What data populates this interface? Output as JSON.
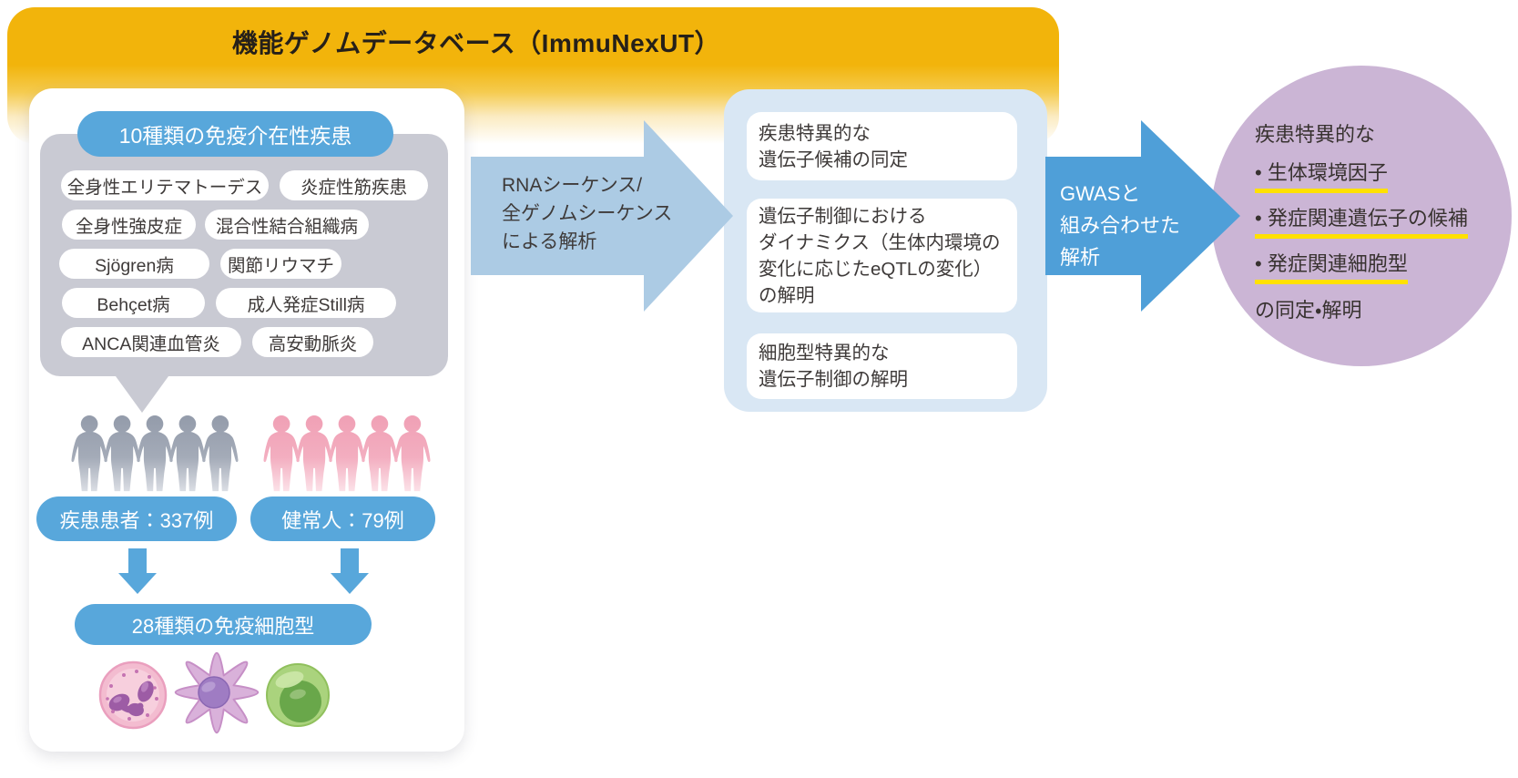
{
  "title": "機能ゲノムデータベース（ImmuNexUT）",
  "left_panel": {
    "diseases_header": "10種類の免疫介在性疾患",
    "diseases": [
      "全身性エリテマトーデス",
      "炎症性筋疾患",
      "全身性強皮症",
      "混合性結合組織病",
      "Sjögren病",
      "関節リウマチ",
      "Behçet病",
      "成人発症Still病",
      "ANCA関連血管炎",
      "高安動脈炎"
    ],
    "patients_pill": "疾患患者：337例",
    "healthy_pill": "健常人：79例",
    "cell_types_pill": "28種類の免疫細胞型",
    "icons": {
      "patients_group": "gray-people-icon",
      "healthy_group": "pink-people-icon",
      "cells": [
        "granulocyte-cell-icon",
        "dendritic-cell-icon",
        "lymphocyte-cell-icon"
      ]
    }
  },
  "sequencing_arrow": {
    "lines": [
      "RNAシーケンス/",
      "全ゲノムシーケンス",
      "による解析"
    ]
  },
  "analysis_panel": {
    "boxes": [
      {
        "lines": [
          "疾患特異的な",
          "遺伝子候補の同定"
        ]
      },
      {
        "lines": [
          "遺伝子制御における",
          "ダイナミクス（生体内環境の",
          "変化に応じたeQTLの変化）",
          "の解明"
        ]
      },
      {
        "lines": [
          "細胞型特異的な",
          "遺伝子制御の解明"
        ]
      }
    ]
  },
  "gwas_arrow": {
    "lines": [
      "GWASと",
      "組み合わせた",
      "解析"
    ]
  },
  "outcome_circle": {
    "intro": "疾患特異的な",
    "bullets": [
      "• 生体環境因子",
      "• 発症関連遺伝子の候補",
      "• 発症関連細胞型"
    ],
    "outro": "の同定・解明"
  },
  "colors": {
    "band_yellow": "#F2B40B",
    "accent_blue": "#58A7DB",
    "light_arrow_blue": "#ACCBE4",
    "panel_blue": "#D9E7F4",
    "gray_box": "#C9CAD3",
    "person_gray": "#9CA3B1",
    "person_pink": "#F1A7BA",
    "circle_purple": "#CBB5D5",
    "underline_yellow": "#FFE100",
    "text_dark": "#3E3A39"
  }
}
